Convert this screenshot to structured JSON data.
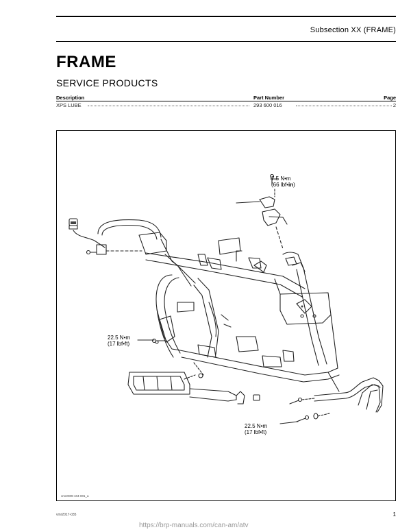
{
  "header": {
    "subsection": "Subsection XX (FRAME)"
  },
  "title": "FRAME",
  "subtitle": "SERVICE PRODUCTS",
  "products_table": {
    "columns": [
      "Description",
      "Part Number",
      "Page"
    ],
    "rows": [
      {
        "description": "XPS LUBE",
        "part_number": "293 600 016",
        "page": "2"
      }
    ]
  },
  "figure": {
    "code": "vmr2009-104-001_a",
    "torque_labels": [
      {
        "value": "7.5 N•m",
        "alt": "(66 lbf•",
        "alt_unit": "in",
        "alt_end": ")"
      },
      {
        "value": "22.5 N•m",
        "alt": "(17 lbf•ft)"
      },
      {
        "value": "22.5 N•m",
        "alt": "(17 lbf•ft)"
      }
    ]
  },
  "footer": {
    "doc_code": "vmr2017-035",
    "url": "https://brp-manuals.com/can-am/atv",
    "page_number": "1"
  }
}
